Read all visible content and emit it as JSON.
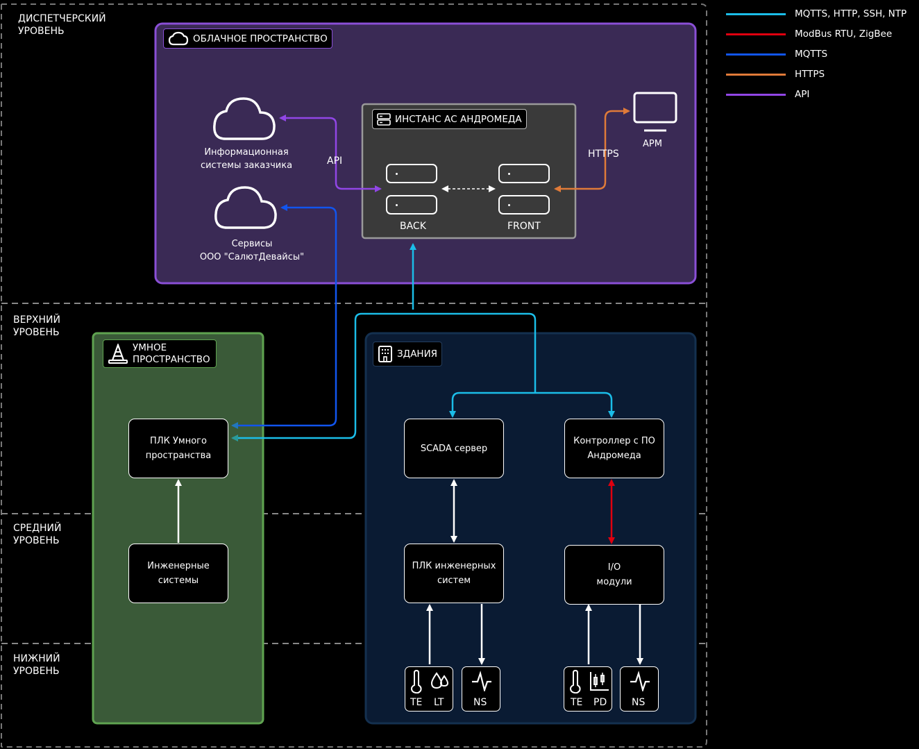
{
  "levels": {
    "dispatch": "ДИСПЕТЧЕРСКИЙ\nУРОВЕНЬ",
    "upper": "ВЕРХНИЙ\nУРОВЕНЬ",
    "middle": "СРЕДНИЙ\nУРОВЕНЬ",
    "lower": "НИЖНИЙ\nУРОВЕНЬ"
  },
  "legend": [
    {
      "label": "MQTTS, HTTP, SSH, NTP",
      "color": "#1bbde8"
    },
    {
      "label": "ModBus RTU, ZigBee",
      "color": "#e0000f"
    },
    {
      "label": "MQTTS",
      "color": "#1155ee"
    },
    {
      "label": "HTTPS",
      "color": "#e07b39"
    },
    {
      "label": "API",
      "color": "#9146e6"
    }
  ],
  "cloud": {
    "title": "ОБЛАЧНОЕ ПРОСТРАНСТВО",
    "customer_systems": "Информационная\nсистемы заказчика",
    "saluted_services": "Сервисы\nООО \"СалютДевайсы\"",
    "api_label": "API",
    "https_label": "HTTPS",
    "arm_label": "АРМ",
    "instance_title": "ИНСТАНС АС АНДРОМЕДА",
    "back_label": "BACK",
    "front_label": "FRONT"
  },
  "smart": {
    "title": "УМНОЕ\nПРОСТРАНСТВО",
    "plc": "ПЛК Умного\nпространства",
    "eng": "Инженерные\nсистемы"
  },
  "buildings": {
    "title": "ЗДАНИЯ",
    "scada": "SCADA сервер",
    "controller": "Контроллер с ПО\nАндромеда",
    "plc_eng": "ПЛК инженерных\nсистем",
    "io": "I/O\nмодули",
    "sensors_left": {
      "te": "TE",
      "lt": "LT",
      "ns": "NS"
    },
    "sensors_right": {
      "te": "TE",
      "pd": "PD",
      "ns": "NS"
    }
  },
  "colors": {
    "cloud_zone": "#8a4fd6",
    "smart_zone": "#5fa350",
    "buildings_zone": "#14304f"
  }
}
